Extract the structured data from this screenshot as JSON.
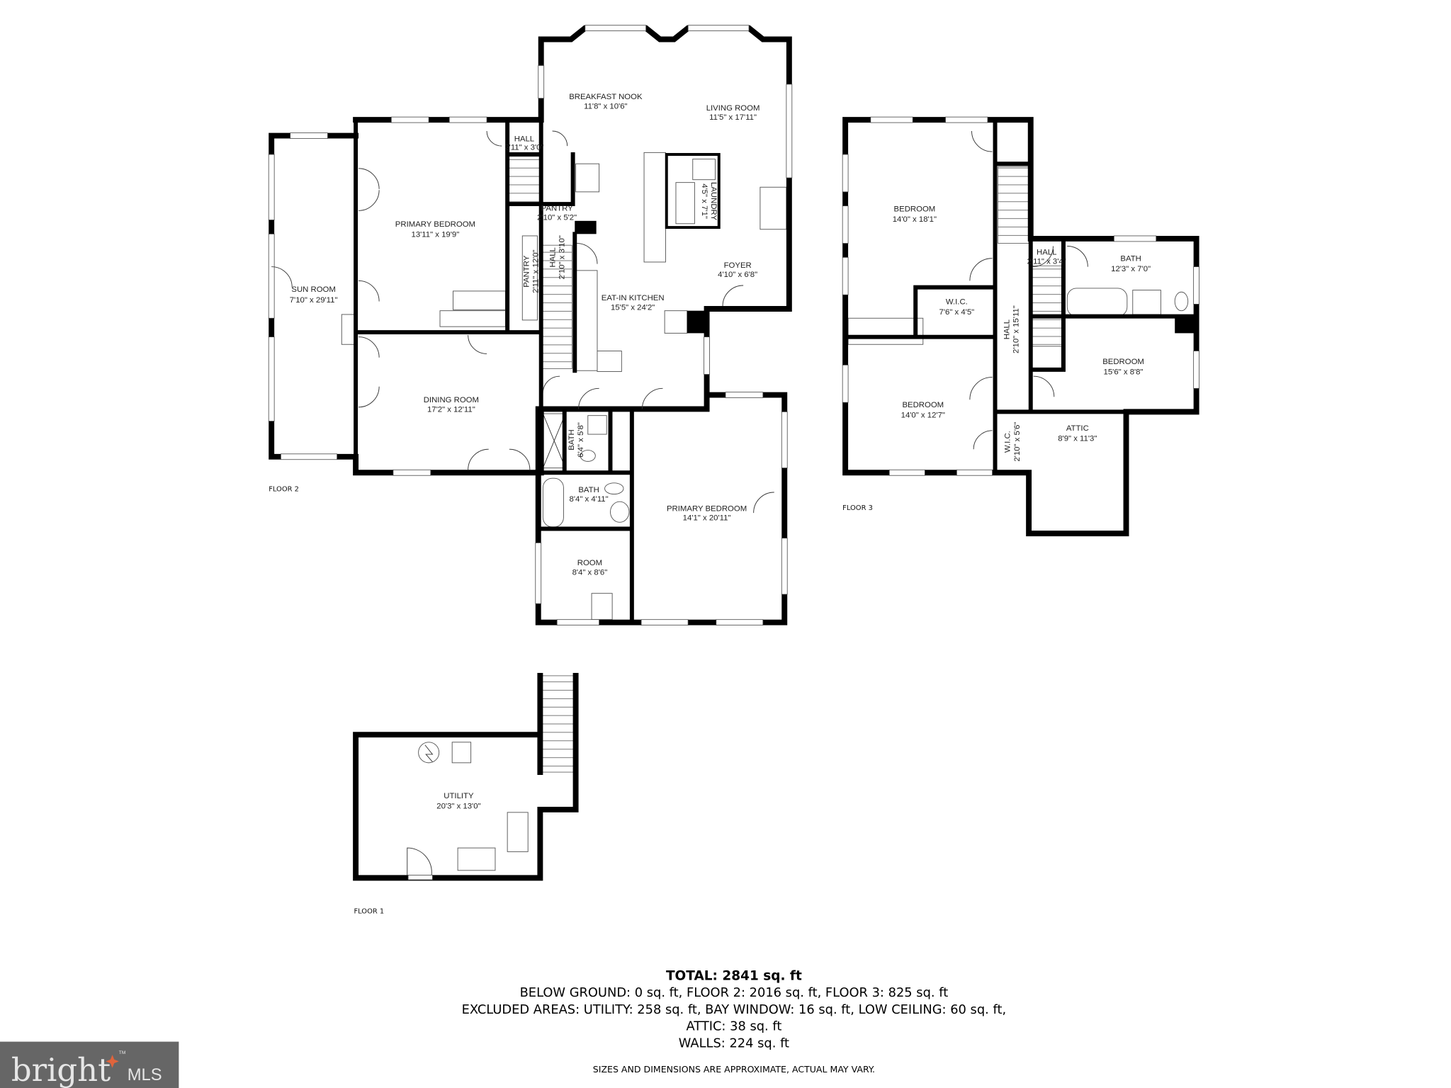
{
  "floor2": {
    "label": "FLOOR 2",
    "rooms": [
      {
        "name": "SUN ROOM",
        "dims": "7'10\" x 29'11\""
      },
      {
        "name": "PRIMARY BEDROOM",
        "dims": "13'11\" x 19'9\""
      },
      {
        "name": "HALL",
        "dims": "2'11\" x 3'0\""
      },
      {
        "name": "BREAKFAST NOOK",
        "dims": "11'8\" x 10'6\""
      },
      {
        "name": "LIVING ROOM",
        "dims": "11'5\" x 17'11\""
      },
      {
        "name": "LAUNDRY",
        "dims": "4'5\" x 7'1\""
      },
      {
        "name": "PANTRY",
        "dims": "2'10\" x 5'2\""
      },
      {
        "name": "PANTRY",
        "dims": "2'11\" x 12'0\""
      },
      {
        "name": "HALL",
        "dims": "2'10\" x 3'10\""
      },
      {
        "name": "FOYER",
        "dims": "4'10\" x 6'8\""
      },
      {
        "name": "EAT-IN KITCHEN",
        "dims": "15'5\" x 24'2\""
      },
      {
        "name": "DINING ROOM",
        "dims": "17'2\" x 12'11\""
      },
      {
        "name": "BATH",
        "dims": "6'4\" x 5'8\""
      },
      {
        "name": "BATH",
        "dims": "8'4\" x 4'11\""
      },
      {
        "name": "PRIMARY BEDROOM",
        "dims": "14'1\" x 20'11\""
      },
      {
        "name": "ROOM",
        "dims": "8'4\" x 8'6\""
      }
    ]
  },
  "floor3": {
    "label": "FLOOR 3",
    "rooms": [
      {
        "name": "BEDROOM",
        "dims": "14'0\" x 18'1\""
      },
      {
        "name": "W.I.C.",
        "dims": "7'6\" x 4'5\""
      },
      {
        "name": "HALL",
        "dims": "2'10\" x 15'11\""
      },
      {
        "name": "HALL",
        "dims": "2'11\" x 3'4\""
      },
      {
        "name": "BATH",
        "dims": "12'3\" x 7'0\""
      },
      {
        "name": "BEDROOM",
        "dims": "15'6\" x 8'8\""
      },
      {
        "name": "BEDROOM",
        "dims": "14'0\" x 12'7\""
      },
      {
        "name": "W.I.C.",
        "dims": "2'10\" x 5'6\""
      },
      {
        "name": "ATTIC",
        "dims": "8'9\" x 11'3\""
      }
    ]
  },
  "floor1": {
    "label": "FLOOR 1",
    "rooms": [
      {
        "name": "UTILITY",
        "dims": "20'3\" x 13'0\""
      }
    ]
  },
  "summary": {
    "total": "TOTAL: 2841 sq. ft",
    "line1": "BELOW GROUND: 0 sq. ft, FLOOR 2: 2016 sq. ft, FLOOR 3: 825 sq. ft",
    "line2": "EXCLUDED AREAS: UTILITY: 258 sq. ft, BAY WINDOW: 16 sq. ft, LOW CEILING: 60 sq. ft,",
    "line3": "ATTIC: 38 sq. ft",
    "line4": "WALLS: 224 sq. ft",
    "disclaimer": "SIZES AND DIMENSIONS ARE APPROXIMATE, ACTUAL MAY VARY."
  },
  "logo": {
    "text": "bright",
    "suffix": "MLS",
    "tm": "TM",
    "background": "#666666",
    "accent": "#e0643c"
  }
}
